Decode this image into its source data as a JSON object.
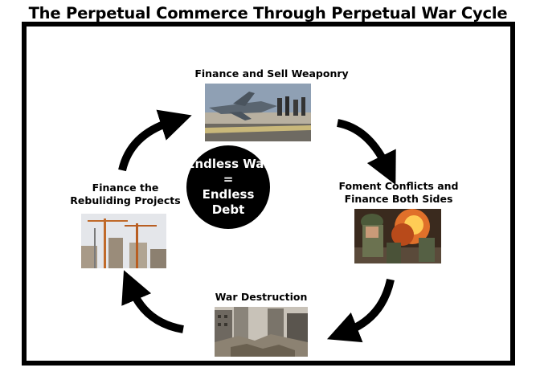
{
  "title": "The Perpetual Commerce Through Perpetual War Cycle",
  "nodes": {
    "top": {
      "label": "Finance and Sell Weaponry",
      "image": "fighter-jet-photo"
    },
    "right": {
      "line1": "Foment Conflicts and",
      "line2": "Finance Both Sides",
      "image": "soldiers-explosion-photo"
    },
    "bottom": {
      "label": "War Destruction",
      "image": "destroyed-city-photo"
    },
    "left": {
      "line1": "Finance the",
      "line2": "Rebuliding Projects",
      "image": "construction-cranes-photo"
    }
  },
  "center": {
    "line1": "Endless War",
    "line2": "=",
    "line3": "Endless Debt"
  },
  "colors": {
    "frame": "#000000",
    "circle": "#000000",
    "circle_text": "#ffffff"
  }
}
